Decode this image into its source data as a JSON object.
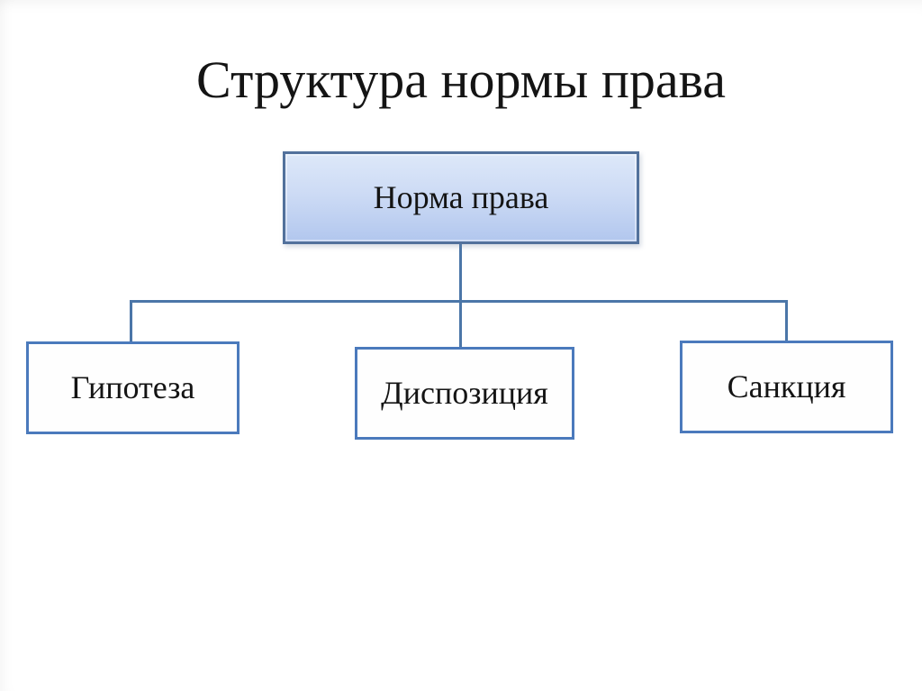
{
  "title": "Структура нормы права",
  "diagram": {
    "root": {
      "label": "Норма права"
    },
    "children": [
      {
        "label": "Гипотеза"
      },
      {
        "label": "Диспозиция"
      },
      {
        "label": "Санкция"
      }
    ]
  },
  "colors": {
    "background": "#ffffff",
    "text": "#141414",
    "root_border": "#52719c",
    "root_fill_top": "#dde8f9",
    "root_fill_bottom": "#b2c7ee",
    "child_border": "#4b7abc",
    "child_fill": "#fefefe",
    "connector": "#4b76a8"
  }
}
